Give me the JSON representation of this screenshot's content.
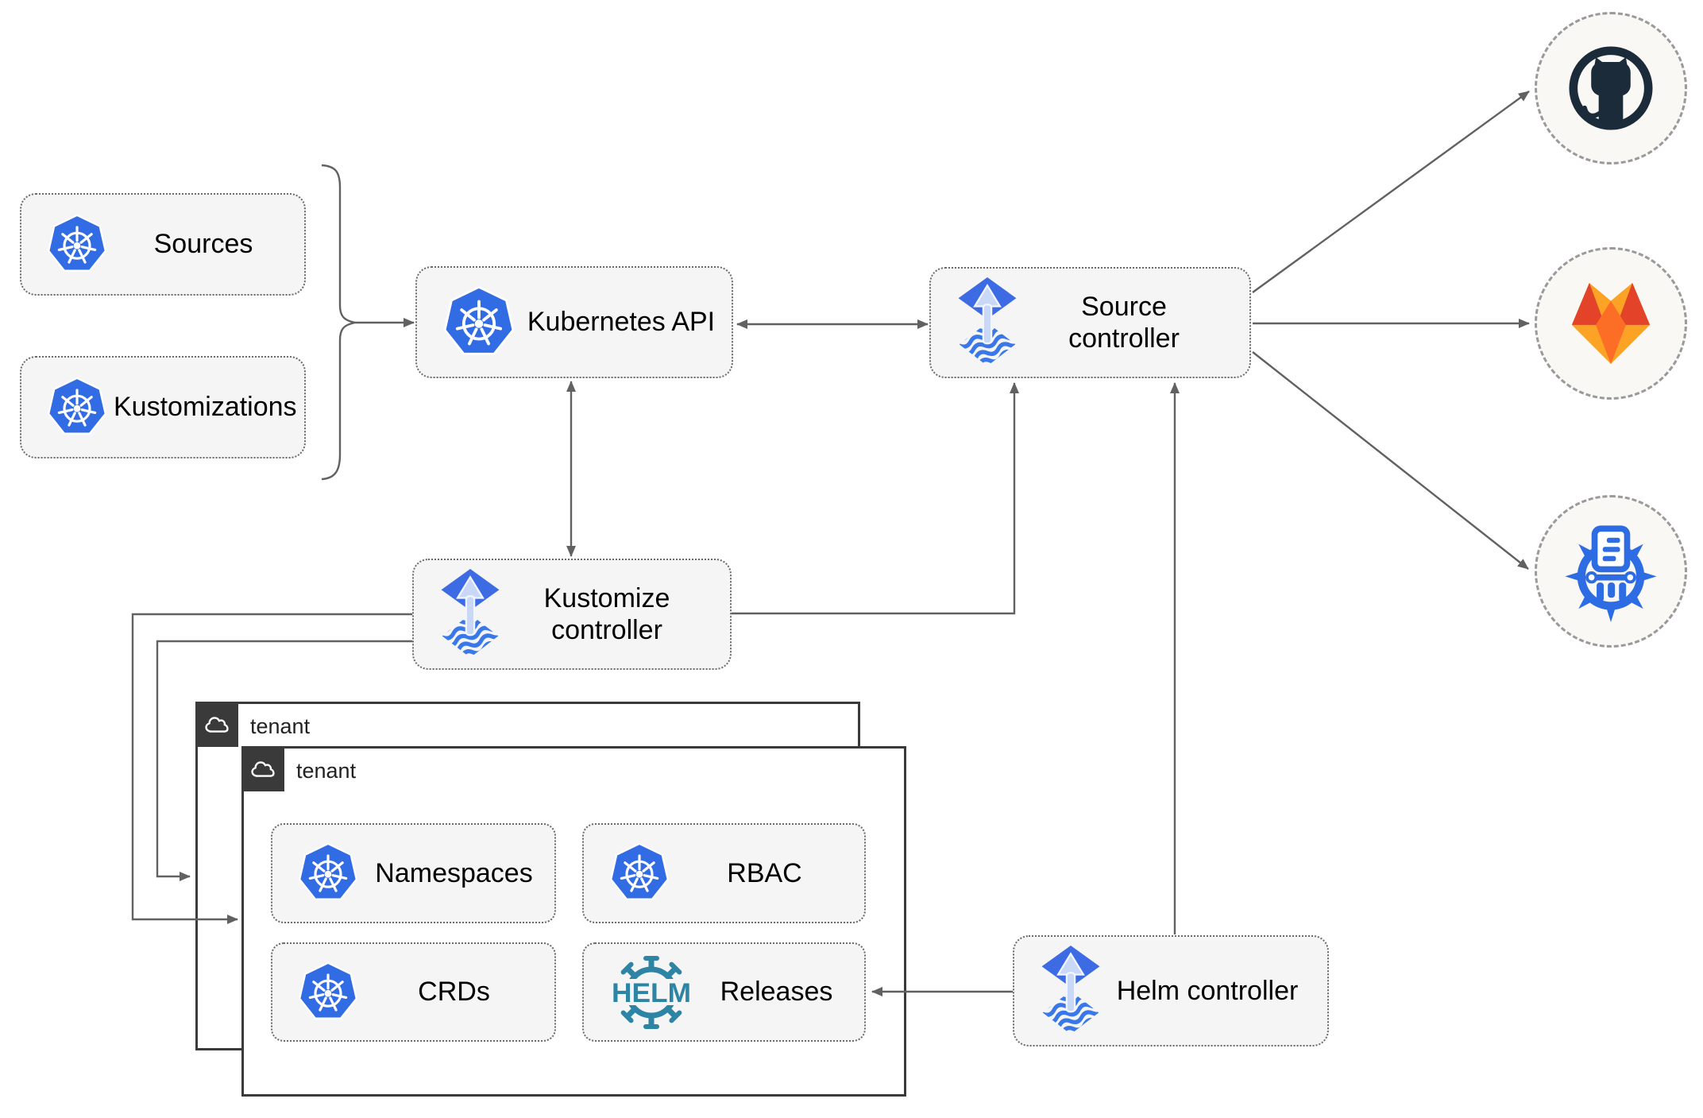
{
  "nodes": {
    "sources": {
      "label": "Sources"
    },
    "kustomizations": {
      "label": "Kustomizations"
    },
    "kubernetes_api": {
      "label": "Kubernetes API"
    },
    "source_controller": {
      "label": "Source controller"
    },
    "kustomize_controller": {
      "label": "Kustomize controller"
    },
    "helm_controller": {
      "label": "Helm controller"
    },
    "namespaces": {
      "label": "Namespaces"
    },
    "rbac": {
      "label": "RBAC"
    },
    "crds": {
      "label": "CRDs"
    },
    "releases": {
      "label": "Releases",
      "icon_text": "HELM"
    }
  },
  "tenants": [
    {
      "label": "tenant"
    },
    {
      "label": "tenant"
    }
  ],
  "external_targets": [
    {
      "name": "github",
      "icon": "github-icon"
    },
    {
      "name": "gitlab",
      "icon": "gitlab-icon"
    },
    {
      "name": "chartmuseum",
      "icon": "chartmuseum-icon"
    }
  ],
  "colors": {
    "kubernetes_blue": "#326CE5",
    "flux_blue": "#3D6BE3",
    "flux_arrow_light": "#C9D8F7",
    "helm_teal": "#2E84A4",
    "github_dark": "#1C2B3A",
    "gitlab_red": "#E24329",
    "gitlab_orange": "#FC6D26",
    "gitlab_amber": "#FCA326",
    "chartmuseum_blue": "#2D6CE3",
    "arrow_gray": "#616161",
    "node_fill": "#F5F5F5",
    "tenant_border": "#3A3A3A"
  }
}
